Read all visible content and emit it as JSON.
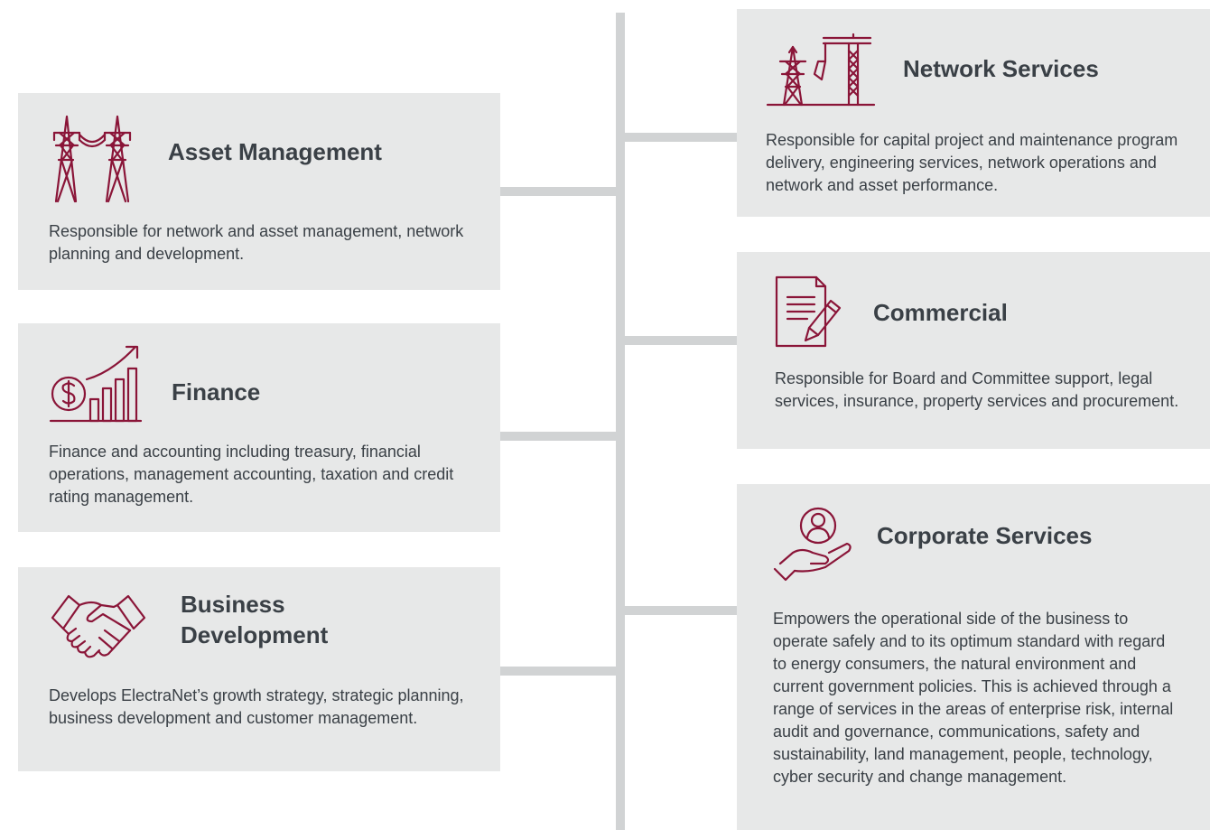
{
  "colors": {
    "accent": "#8a1538",
    "card_background": "#e7e8e8",
    "connector": "#d1d3d4",
    "text": "#3a4046"
  },
  "divisions": {
    "asset_management": {
      "icon": "transmission-towers-icon",
      "title": "Asset Management",
      "description": "Responsible for network and asset management, network planning and development."
    },
    "finance": {
      "icon": "dollar-growth-chart-icon",
      "title": "Finance",
      "description": "Finance and accounting including treasury, financial operations, management accounting, taxation and credit rating management."
    },
    "business_development": {
      "icon": "handshake-icon",
      "title": "Business Development",
      "description": "Develops ElectraNet’s growth strategy, strategic planning, business development and customer management."
    },
    "network_services": {
      "icon": "tower-crane-icon",
      "title": "Network Services",
      "description": "Responsible for capital project and maintenance program delivery, engineering services, network operations and network and asset performance."
    },
    "commercial": {
      "icon": "document-pen-icon",
      "title": "Commercial",
      "description": "Responsible for Board and Committee support, legal services, insurance, property services and procurement."
    },
    "corporate_services": {
      "icon": "hand-person-icon",
      "title": "Corporate Services",
      "description": "Empowers the operational side of the business to operate safely and to its optimum standard with regard to energy consumers, the natural environment and current government policies. This is achieved through a range of services in the areas of enterprise risk, internal audit and governance, communications, safety and sustainability, land management, people, technology, cyber security and change management."
    }
  }
}
